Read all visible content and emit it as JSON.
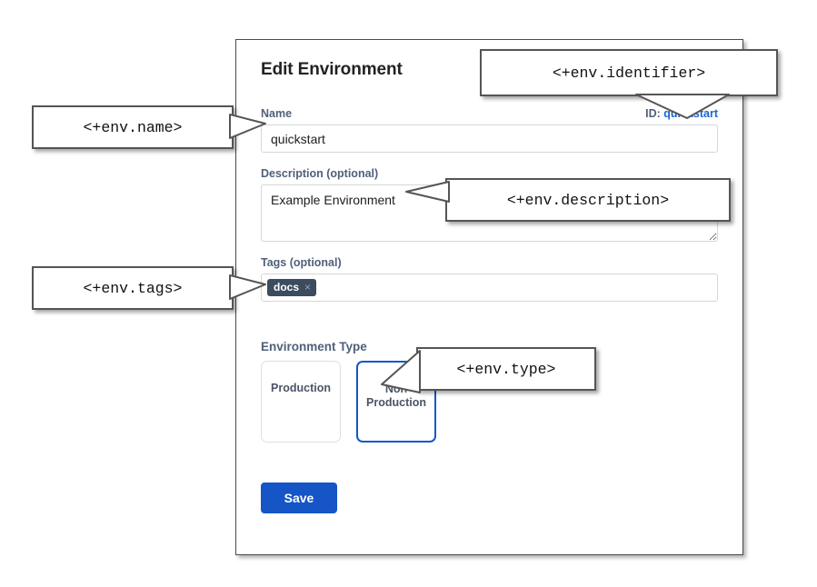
{
  "panel": {
    "title": "Edit Environment",
    "fields": {
      "name": {
        "label": "Name",
        "value": "quickstart",
        "placeholder": ""
      },
      "identifier": {
        "prefix": "ID:",
        "value": "quickstart"
      },
      "description": {
        "label": "Description (optional)",
        "value": "Example Environment",
        "placeholder": ""
      },
      "tags": {
        "label": "Tags (optional)",
        "chips": [
          {
            "label": "docs",
            "remove_icon": "×"
          }
        ],
        "placeholder": ""
      },
      "environment_type": {
        "label": "Environment Type",
        "options": [
          {
            "label": "Production",
            "selected": false
          },
          {
            "label": "Non Production",
            "selected": true
          }
        ],
        "selected_check_icon": "✓"
      }
    },
    "save_label": "Save"
  },
  "callouts": {
    "name": "<+env.name>",
    "identifier": "<+env.identifier>",
    "description": "<+env.description>",
    "tags": "<+env.tags>",
    "type": "<+env.type>"
  },
  "colors": {
    "accent_blue": "#1457c8",
    "link_blue": "#1966d2",
    "label_slate": "#50607a",
    "tag_chip": "#3c4b5e",
    "panel_border": "#4a4a4a",
    "input_border": "#d4d6d9",
    "callout_border": "#555555"
  }
}
